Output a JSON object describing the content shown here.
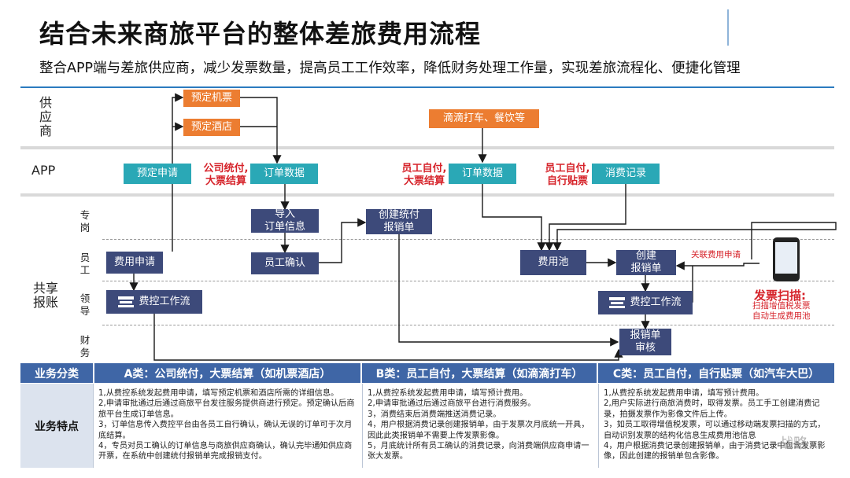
{
  "title": "结合未来商旅平台的整体差旅费用流程",
  "subtitle": "整合APP端与差旅供应商，减少发票数量，提高员工工作效率，降低财务处理工作量，实现差旅流程化、便捷化管理",
  "lanes": {
    "supplier": "供\n应\n商",
    "app": "APP",
    "shared": "共享\n报账",
    "sub": {
      "zhuangang": "专\n岗",
      "employee": "员\n工",
      "leader": "领\n导",
      "finance": "财\n务"
    }
  },
  "nodes": {
    "book_flight": "预定机票",
    "book_hotel": "预定酒店",
    "didi": "滴滴打车、餐饮等",
    "pre_apply": "预定申请",
    "order_data_a": "订单数据",
    "order_data_b": "订单数据",
    "expense_record": "消费记录",
    "import_order": "导入\n订单信息",
    "create_unified": "创建统付\n报销单",
    "expense_apply": "费用申请",
    "emp_confirm": "员工确认",
    "expense_pool": "费用池",
    "create_claim": "创建\n报销单",
    "workflow_a": "费控工作流",
    "workflow_b": "费控工作流",
    "claim_review": "报销单\n审核"
  },
  "notes": {
    "a_pay": "公司统付,\n大票结算",
    "b_pay": "员工自付,\n大票结算",
    "c_pay": "员工自付,\n自行贴票",
    "link_apply": "关联费用申请",
    "scan_title": "发票扫描:",
    "scan_desc": "扫描增值税发票\n自动生成费用池"
  },
  "table": {
    "header_cat": "业务分类",
    "col_a": "A类：公司统付，大票结算（如机票酒店）",
    "col_b": "B类：员工自付，大票结算（如滴滴打车）",
    "col_c": "C类：员工自付，自行贴票（如汽车大巴）",
    "row_label": "业务特点",
    "text_a": "1,从费控系统发起费用申请，填写预定机票和酒店所需的详细信息。\n2,申请审批通过后通过商旅平台发往服务提供商进行预定。预定确认后商旅平台生成订单信息。\n3，订单信息传入费控平台由各员工自行确认，确认无误的订单可于次月底结算。\n4，专员对员工确认的订单信息与商旅供应商确认，确认完毕通知供应商开票，在系统中创建统付报销单完成报销支付。",
    "text_b": "1,从费控系统发起费用申请，填写预计费用。\n2,申请审批通过后通过商旅平台进行消费服务。\n3，消费结束后消费端推送消费记录。\n4，用户根据消费记录创建报销单，由于发票次月底统一开具，因此此类报销单不需要上传发票影像。\n5，月底统计所有员工确认的消费记录，向消费端供应商申请一张大发票。",
    "text_c": "1,从费控系统发起费用申请，填写预计费用。\n2,用户实际进行商旅消费时，取得发票。员工手工创建消费记录，拍摄发票作为影像文件后上传。\n3，如员工取得增值税发票，可以通过移动端发票扫描的方式，自动识别发票的结构化信息生成费用池信息\n4，用户根据消费记录创建报销单，由于消费记录中包含发票影像，因此创建的报销单包含影像。"
  },
  "watermark": "战略",
  "colors": {
    "orange": "#ec7d31",
    "teal": "#2aa8b6",
    "navy": "#3d4a7a",
    "red": "#d6232a",
    "table_header": "#3f66a6"
  }
}
